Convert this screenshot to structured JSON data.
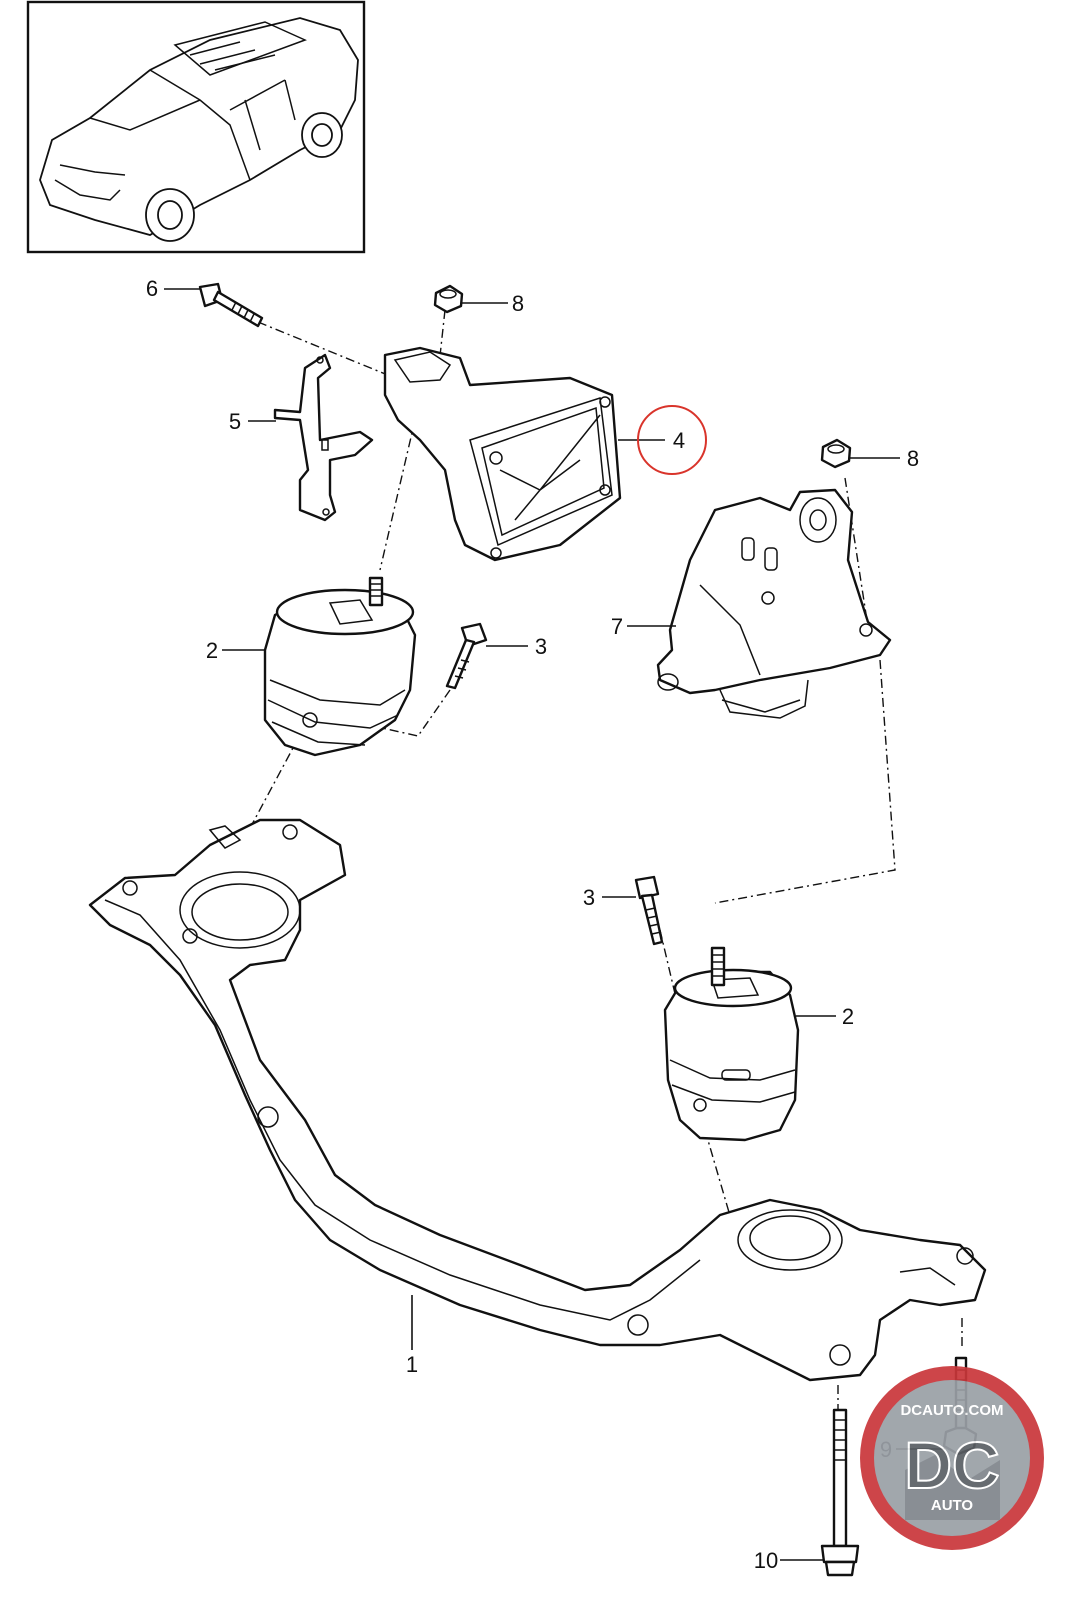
{
  "callouts": [
    {
      "id": "c1",
      "label": "1"
    },
    {
      "id": "c2a",
      "label": "2"
    },
    {
      "id": "c2b",
      "label": "2"
    },
    {
      "id": "c3a",
      "label": "3"
    },
    {
      "id": "c3b",
      "label": "3"
    },
    {
      "id": "c4",
      "label": "4"
    },
    {
      "id": "c5",
      "label": "5"
    },
    {
      "id": "c6",
      "label": "6"
    },
    {
      "id": "c7",
      "label": "7"
    },
    {
      "id": "c8a",
      "label": "8"
    },
    {
      "id": "c8b",
      "label": "8"
    },
    {
      "id": "c9",
      "label": "9"
    },
    {
      "id": "c10",
      "label": "10"
    }
  ],
  "highlight": {
    "label": "4",
    "color": "#d9342b"
  },
  "watermark": {
    "site": "DCAUTO.COM",
    "mark": "DC",
    "sub": "AUTO",
    "ring_color": "#c9363a",
    "badge_color": "#8a8f95"
  },
  "icons": [
    "vehicle-thumbnail-icon",
    "bolt-icon",
    "nut-icon",
    "engine-mount-icon",
    "bracket-icon",
    "subframe-icon"
  ]
}
